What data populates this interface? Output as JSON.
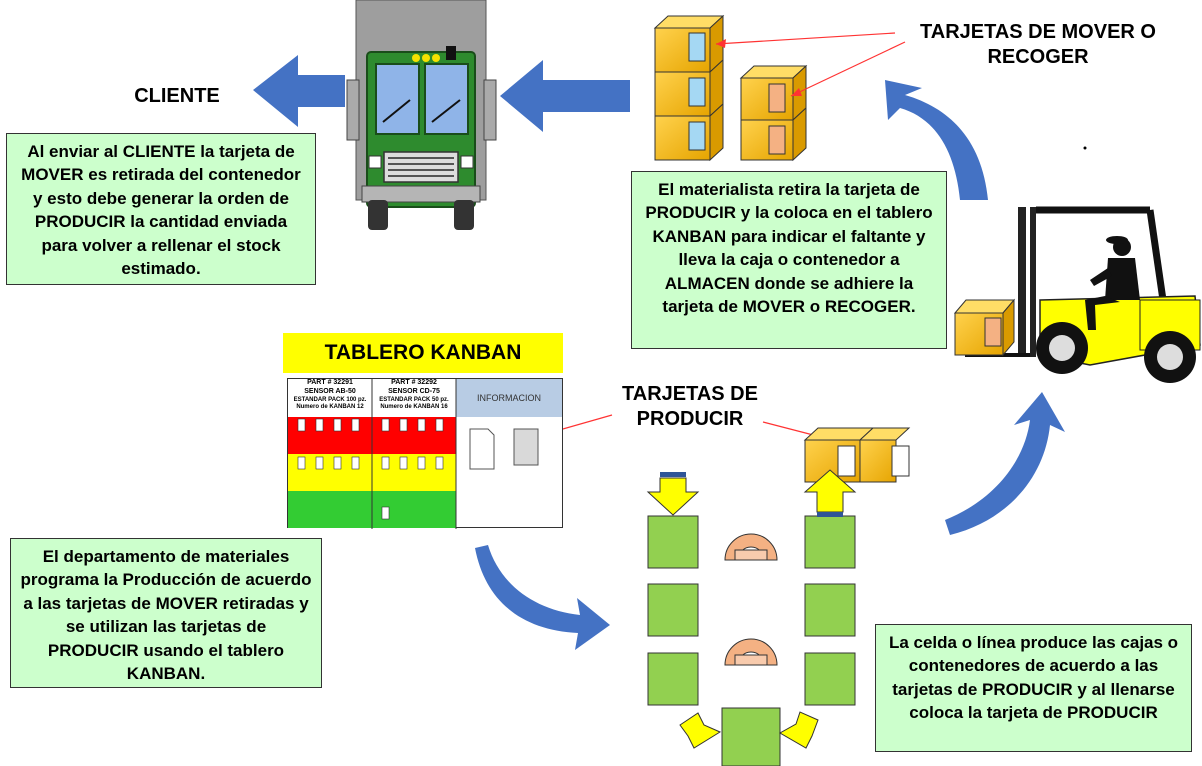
{
  "labels": {
    "cliente": "CLIENTE",
    "tarjetas_mover": "TARJETAS DE MOVER O RECOGER",
    "tarjetas_producir": "TARJETAS DE PRODUCIR",
    "tablero_kanban": "TABLERO KANBAN"
  },
  "notes": {
    "cliente_note": "Al enviar al CLIENTE la tarjeta de MOVER es retirada del contenedor y esto debe generar la orden de PRODUCIR la cantidad enviada para volver a rellenar el stock estimado.",
    "materialista_note": "El materialista retira la tarjeta de PRODUCIR y la coloca en el tablero KANBAN para indicar el faltante y lleva la caja o contenedor a ALMACEN donde se adhiere la tarjeta de MOVER o RECOGER.",
    "materiales_note": "El departamento de materiales programa la Producción de acuerdo a las tarjetas de MOVER retiradas y se utilizan las tarjetas de PRODUCIR usando el tablero KANBAN.",
    "celda_note": "La celda o línea produce las cajas o contenedores de acuerdo a las tarjetas de PRODUCIR y al llenarse coloca la tarjeta de PRODUCIR"
  },
  "board": {
    "columns": [
      {
        "part": "PART # 32291",
        "sensor": "SENSOR AB-50",
        "pack": "ESTANDAR PACK 100 pz.",
        "kanban": "Numero de KANBAN 12"
      },
      {
        "part": "PART # 32292",
        "sensor": "SENSOR CD-75",
        "pack": "ESTANDAR PACK 50 pz.",
        "kanban": "Numero de KANBAN 16"
      }
    ],
    "info": "INFORMACION"
  },
  "colors": {
    "note_bg": "#ccffcc",
    "arrow_blue": "#4472c4",
    "box_orange": "#f5b800",
    "cell_green": "#92d050",
    "band_red": "#ff0000",
    "band_yellow": "#ffff00",
    "band_green": "#33cc33"
  },
  "icons": [
    "truck-icon",
    "forklift-icon",
    "operator-icon"
  ]
}
